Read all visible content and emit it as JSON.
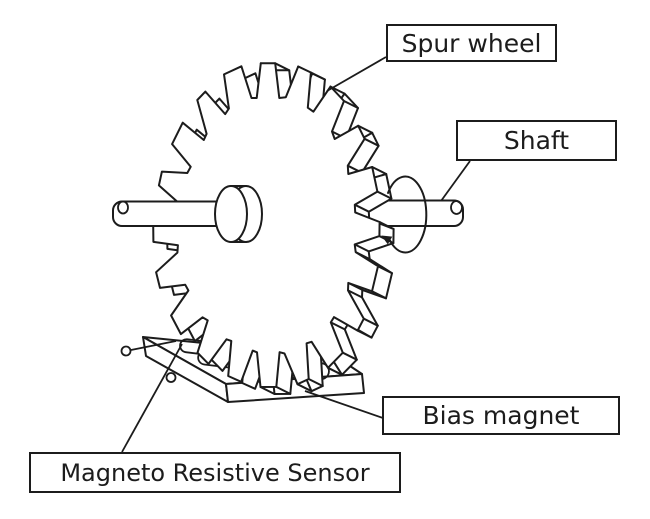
{
  "diagram": {
    "labels": {
      "spur_wheel": "Spur wheel",
      "shaft": "Shaft",
      "bias_magnet": "Bias magnet",
      "sensor": "Magneto Resistive Sensor"
    },
    "colors": {
      "line": "#1c1c1c",
      "background": "#ffffff"
    }
  }
}
